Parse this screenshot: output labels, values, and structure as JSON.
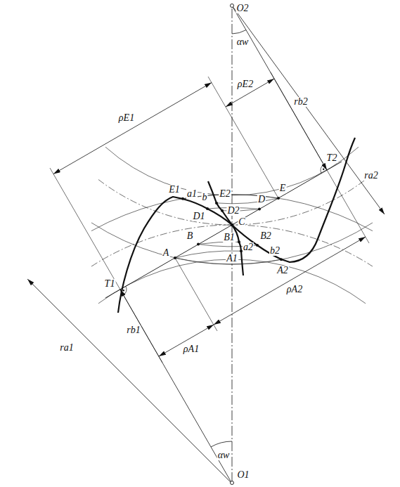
{
  "diagram": {
    "labels": [
      "O2",
      "αw",
      "ρE2",
      "ρE1",
      "rb2",
      "ra2",
      "T2",
      "E1",
      "E2",
      "a1",
      "b",
      "D1",
      "D2",
      "C",
      "D",
      "E",
      "B",
      "B1",
      "a2",
      "B2",
      "b2",
      "A",
      "A1",
      "A2",
      "ρA2",
      "T1",
      "rb1",
      "ra1",
      "ρA1",
      "αw",
      "O1"
    ]
  }
}
